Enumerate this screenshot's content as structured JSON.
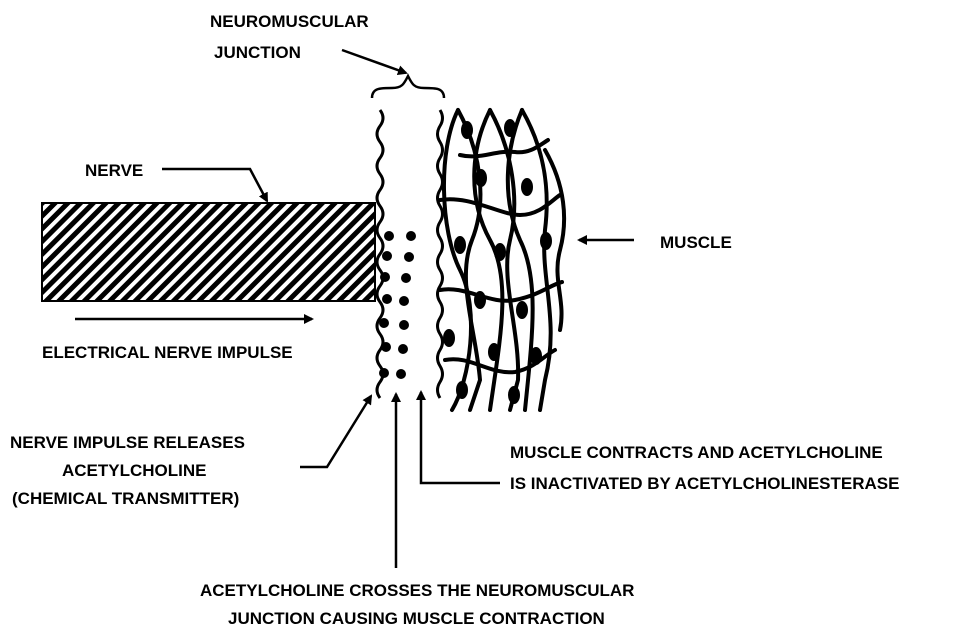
{
  "labels": {
    "nmj_line1": "NEUROMUSCULAR",
    "nmj_line2": "JUNCTION",
    "nerve": "NERVE",
    "muscle": "MUSCLE",
    "impulse": "ELECTRICAL NERVE IMPULSE",
    "release_line1": "NERVE IMPULSE RELEASES",
    "release_line2": "ACETYLCHOLINE",
    "release_line3": "(CHEMICAL TRANSMITTER)",
    "contract_line1": "MUSCLE CONTRACTS AND ACETYLCHOLINE",
    "contract_line2": "IS INACTIVATED BY ACETYLCHOLINESTERASE",
    "cross_line1": "ACETYLCHOLINE CROSSES THE NEUROMUSCULAR",
    "cross_line2": "JUNCTION CAUSING MUSCLE CONTRACTION"
  }
}
